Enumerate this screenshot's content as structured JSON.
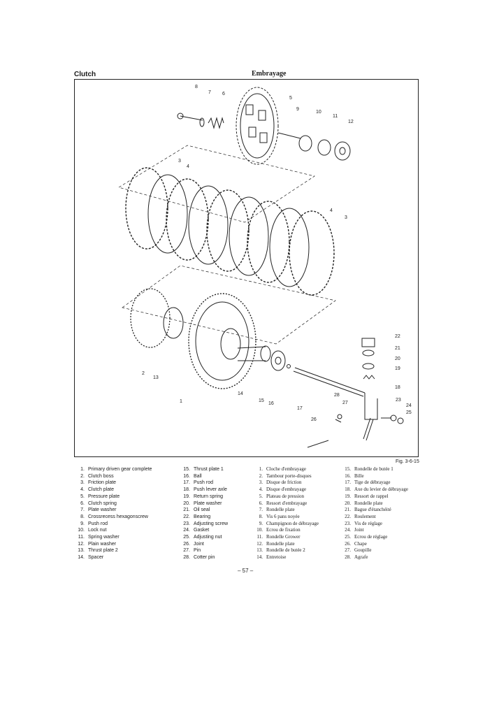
{
  "header": {
    "left": "Clutch",
    "center": "Embrayage"
  },
  "figure": {
    "label": "Fig. 3-6-15",
    "callouts": [
      "8",
      "7",
      "6",
      "5",
      "9",
      "10",
      "11",
      "12",
      "3",
      "4",
      "4",
      "3",
      "22",
      "21",
      "20",
      "19",
      "18",
      "2",
      "13",
      "1",
      "14",
      "15",
      "16",
      "17",
      "28",
      "27",
      "23",
      "24",
      "25",
      "26"
    ]
  },
  "legend": {
    "col1": [
      {
        "n": "1.",
        "t": "Primary driven gear complete"
      },
      {
        "n": "2.",
        "t": "Clutch boss"
      },
      {
        "n": "3.",
        "t": "Friction plate"
      },
      {
        "n": "4.",
        "t": "Clutch plate"
      },
      {
        "n": "5.",
        "t": "Pressure plate"
      },
      {
        "n": "6.",
        "t": "Clutch spring"
      },
      {
        "n": "7.",
        "t": "Plate washer"
      },
      {
        "n": "8.",
        "t": "Crossrecess hexagonscrew"
      },
      {
        "n": "9.",
        "t": "Push rod"
      },
      {
        "n": "10.",
        "t": "Lock nut"
      },
      {
        "n": "11.",
        "t": "Spring washer"
      },
      {
        "n": "12.",
        "t": "Plain washer"
      },
      {
        "n": "13.",
        "t": "Thrust plate  2"
      },
      {
        "n": "14.",
        "t": "Spacer"
      }
    ],
    "col2": [
      {
        "n": "15.",
        "t": "Thrust plate 1"
      },
      {
        "n": "16.",
        "t": "Ball"
      },
      {
        "n": "17.",
        "t": "Push rod"
      },
      {
        "n": "18.",
        "t": "Push lever axle"
      },
      {
        "n": "19.",
        "t": "Return spring"
      },
      {
        "n": "20.",
        "t": "Plate washer"
      },
      {
        "n": "21.",
        "t": "Oil seal"
      },
      {
        "n": "22.",
        "t": "Bearing"
      },
      {
        "n": "23.",
        "t": "Adjusting screw"
      },
      {
        "n": "24.",
        "t": "Gasket"
      },
      {
        "n": "25.",
        "t": "Adjusting nut"
      },
      {
        "n": "26.",
        "t": "Joint"
      },
      {
        "n": "27.",
        "t": "Pin"
      },
      {
        "n": "28.",
        "t": "Cotter pin"
      }
    ],
    "col3": [
      {
        "n": "1.",
        "t": "Cloche d'embrayage"
      },
      {
        "n": "2.",
        "t": "Tambour porte-disques"
      },
      {
        "n": "3.",
        "t": "Disque de friction"
      },
      {
        "n": "4.",
        "t": "Disque d'embrayage"
      },
      {
        "n": "5.",
        "t": "Plateau de pression"
      },
      {
        "n": "6.",
        "t": "Ressort d'embrayage"
      },
      {
        "n": "7.",
        "t": "Rondelle plate"
      },
      {
        "n": "8.",
        "t": "Vis 6 pans noyée"
      },
      {
        "n": "9.",
        "t": "Champignon de débrayage"
      },
      {
        "n": "10.",
        "t": "Ecrou de fixation"
      },
      {
        "n": "11.",
        "t": "Rondelle Grower"
      },
      {
        "n": "12.",
        "t": "Rondelle plate"
      },
      {
        "n": "13.",
        "t": "Rondelle de butée 2"
      },
      {
        "n": "14.",
        "t": "Entretoise"
      }
    ],
    "col4": [
      {
        "n": "15.",
        "t": "Rondelle de butée 1"
      },
      {
        "n": "16.",
        "t": "Bille"
      },
      {
        "n": "17.",
        "t": "Tige de débrayage"
      },
      {
        "n": "18.",
        "t": "Axe du levier de débrayage"
      },
      {
        "n": "19.",
        "t": "Ressort de rappel"
      },
      {
        "n": "20.",
        "t": "Rondelle plate"
      },
      {
        "n": "21.",
        "t": "Bague d'étanchéité"
      },
      {
        "n": "22.",
        "t": "Roulement"
      },
      {
        "n": "23.",
        "t": "Vis de réglage"
      },
      {
        "n": "24.",
        "t": "Joint"
      },
      {
        "n": "25.",
        "t": "Ecrou de réglage"
      },
      {
        "n": "26.",
        "t": "Chape"
      },
      {
        "n": "27.",
        "t": "Goupille"
      },
      {
        "n": "28.",
        "t": "Agrafe"
      }
    ]
  },
  "page_number": "– 57 –"
}
